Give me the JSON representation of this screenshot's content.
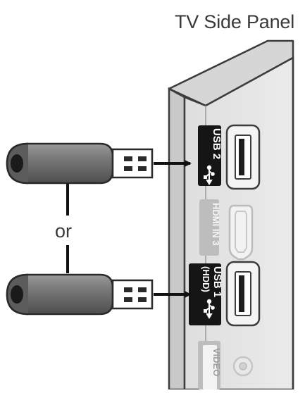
{
  "diagram": {
    "title": "TV Side Panel",
    "connector_word": "or",
    "ports": [
      {
        "id": "usb2",
        "label": "USB 2",
        "sublabel": "",
        "type": "USB",
        "highlighted": true
      },
      {
        "id": "hdmi3",
        "label": "HDMI IN 3",
        "sublabel": "",
        "type": "HDMI",
        "highlighted": false
      },
      {
        "id": "usb1",
        "label": "USB 1",
        "sublabel": "(HDD)",
        "type": "USB",
        "highlighted": true
      },
      {
        "id": "video",
        "label": "VIDEO",
        "sublabel": "",
        "type": "AV",
        "highlighted": false
      }
    ],
    "devices": [
      {
        "id": "usb-drive-top",
        "name": "USB flash drive",
        "connects_to": "usb2"
      },
      {
        "id": "usb-drive-bottom",
        "name": "USB flash drive",
        "connects_to": "usb1"
      }
    ],
    "colors": {
      "panel_front": "#e3e3e3",
      "panel_side": "#cfcfcf",
      "drive_body": "#6f6f6f",
      "line": "#111111",
      "label_dark": "#151515",
      "label_light": "#bdbdbd"
    }
  }
}
